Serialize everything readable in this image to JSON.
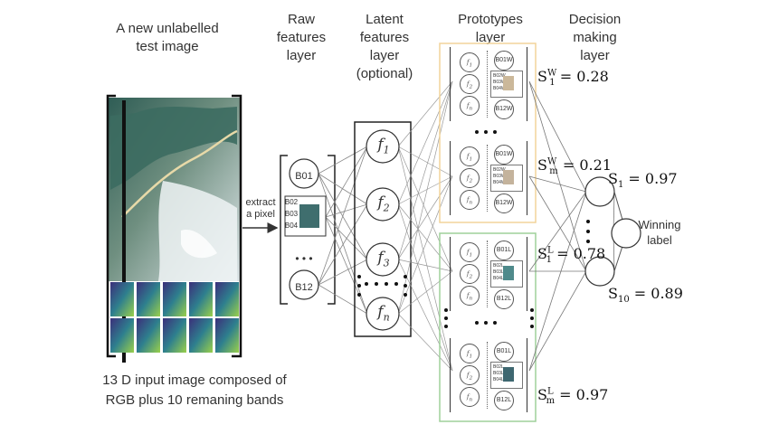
{
  "headers": {
    "input_title": "A new unlabelled test image",
    "raw": "Raw features layer",
    "latent": "Latent features layer (optional)",
    "prototypes": "Prototypes layer",
    "decision": "Decision making layer"
  },
  "caption": {
    "line1": "13 D input image composed of",
    "line2": "RGB plus 10 remaning bands"
  },
  "extract_label": {
    "line1": "extract",
    "line2": "a pixel"
  },
  "raw_nodes": {
    "b01": "B01",
    "b02": "B02",
    "b03": "B03",
    "b04": "B04",
    "b12": "B12",
    "dots": "• • •"
  },
  "latent_nodes": {
    "f1": "f",
    "f1_sub": "1",
    "f2": "f",
    "f2_sub": "2",
    "f3": "f",
    "f3_sub": "3",
    "fn": "f",
    "fn_sub": "n",
    "dots": "• • •"
  },
  "prototype_cards": {
    "w1": {
      "top": "B01W",
      "mid1": "B02W",
      "mid2": "B03W",
      "mid3": "B04W",
      "bot": "B12W",
      "swatch": "#cbb89a"
    },
    "wm": {
      "top": "B01W",
      "mid1": "B02W",
      "mid2": "B03W",
      "mid3": "B04W",
      "bot": "B12W",
      "swatch": "#c4b39c"
    },
    "l1": {
      "top": "B01L",
      "mid1": "B02L",
      "mid2": "B03L",
      "mid3": "B04L",
      "bot": "B12L",
      "swatch": "#4f8a8b"
    },
    "lm": {
      "top": "B01L",
      "mid1": "B02L",
      "mid2": "B03L",
      "mid3": "B04L",
      "bot": "B12L",
      "swatch": "#3e6770"
    }
  },
  "scores": {
    "s1w": "S",
    "s1w_sup": "W",
    "s1w_sub": "1",
    "s1w_val": " = 0.28",
    "smw": "S",
    "smw_sup": "W",
    "smw_sub": "m",
    "smw_val": " = 0.21",
    "s1l": "S",
    "s1l_sup": "L",
    "s1l_sub": "1",
    "s1l_val": " = 0.78",
    "sml": "S",
    "sml_sup": "L",
    "sml_sub": "m",
    "sml_val": " = 0.97",
    "s1": "S",
    "s1_sub": "1",
    "s1_val": " = 0.97",
    "s10": "S",
    "s10_sub": "10",
    "s10_val": " = 0.89"
  },
  "winning": {
    "line1": "Winning",
    "line2": "label"
  },
  "colors": {
    "water_box": "#f5d9a6",
    "land_box": "#a9d6a2",
    "pixel": "#3f6e6e"
  }
}
